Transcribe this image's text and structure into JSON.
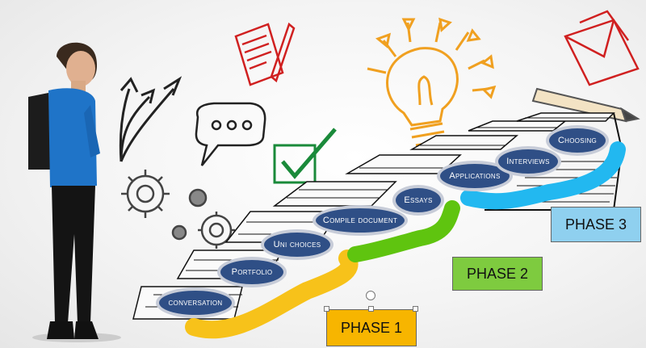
{
  "steps": [
    {
      "label": "conversation"
    },
    {
      "label": "Portfolio"
    },
    {
      "label": "Uni choices"
    },
    {
      "label": "Compile document"
    },
    {
      "label": "Essays"
    },
    {
      "label": "Applications"
    },
    {
      "label": "Interviews"
    },
    {
      "label": "Choosing"
    }
  ],
  "phases": [
    {
      "label": "PHASE 1",
      "color": "#f7b500"
    },
    {
      "label": "PHASE 2",
      "color": "#7ecb3f"
    },
    {
      "label": "PHASE 3",
      "color": "#8fd0ef"
    }
  ],
  "colors": {
    "pill": "#2f4f86",
    "path_phase1": "#f7c21a",
    "path_phase2": "#5fc40f",
    "path_phase3": "#22b8f0"
  },
  "icons": [
    "person-figure",
    "arrow-doodle",
    "speech-bubble-icon",
    "gears-icon",
    "checkbox-icon",
    "document-pencil-icon",
    "lightbulb-icon",
    "envelope-icon",
    "pencil-icon",
    "staircase"
  ]
}
